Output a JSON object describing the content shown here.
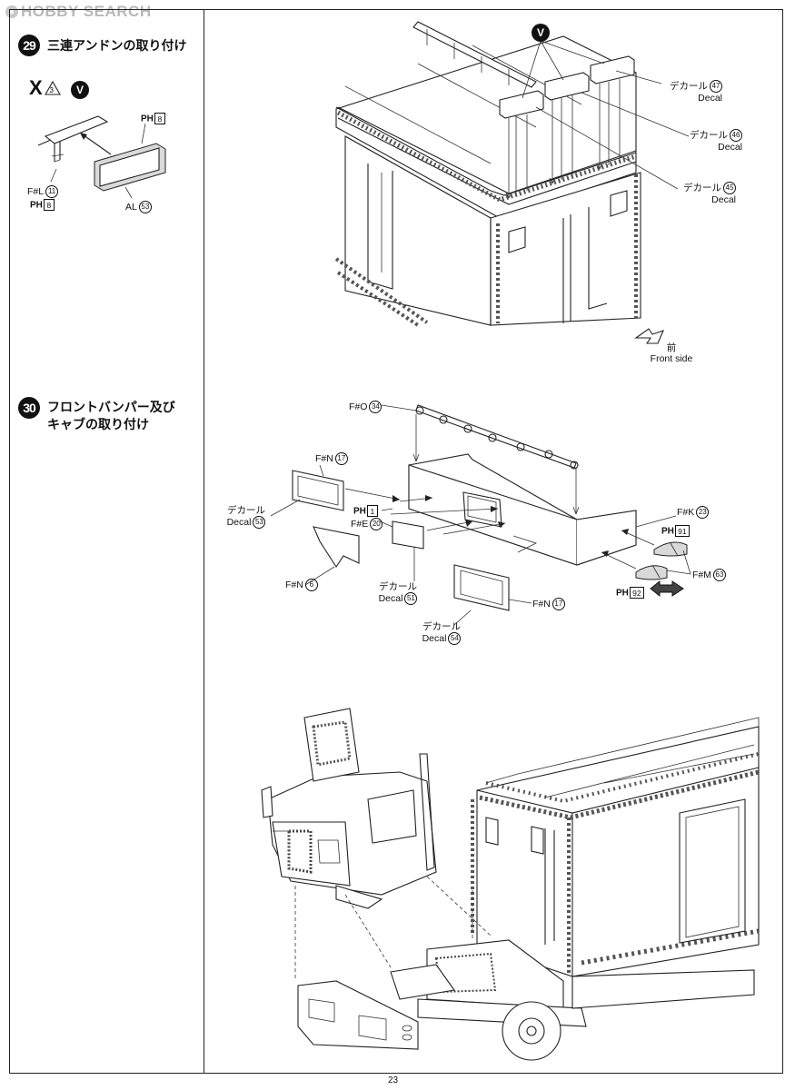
{
  "watermark": "HOBBY SEARCH",
  "page_number": "23",
  "step29": {
    "number": "29",
    "title": "三連アンドンの取り付け",
    "marker_x": "X",
    "marker_v": "V",
    "parts": {
      "fl": {
        "code": "F#L",
        "num": "11"
      },
      "ph8a": {
        "code": "PH",
        "num": "8"
      },
      "ph8b": {
        "code": "PH",
        "num": "8"
      },
      "al": {
        "code": "AL",
        "num": "53"
      }
    },
    "decals": [
      {
        "jp": "デカール",
        "en": "Decal",
        "num": "47"
      },
      {
        "jp": "デカール",
        "en": "Decal",
        "num": "46"
      },
      {
        "jp": "デカール",
        "en": "Decal",
        "num": "45"
      }
    ],
    "direction": {
      "jp": "前",
      "en": "Front side"
    }
  },
  "step30": {
    "number": "30",
    "title_line1": "フロントバンパー及び",
    "title_line2": "キャブの取り付け",
    "parts": {
      "fo": {
        "code": "F#O",
        "num": "34"
      },
      "fn_top": {
        "code": "F#N",
        "num": "17"
      },
      "ph1": {
        "code": "PH",
        "num": "1"
      },
      "fe": {
        "code": "F#E",
        "num": "20"
      },
      "fn6": {
        "code": "F#N",
        "num": "6"
      },
      "fk": {
        "code": "F#K",
        "num": "23"
      },
      "ph91": {
        "code": "PH",
        "num": "91"
      },
      "fm": {
        "code": "F#M",
        "num": "63"
      },
      "ph92": {
        "code": "PH",
        "num": "92"
      },
      "fn_bottom": {
        "code": "F#N",
        "num": "17"
      }
    },
    "decals": [
      {
        "jp": "デカール",
        "en": "Decal",
        "num": "53"
      },
      {
        "jp": "デカール",
        "en": "Decal",
        "num": "51"
      },
      {
        "jp": "デカール",
        "en": "Decal",
        "num": "54"
      }
    ]
  }
}
